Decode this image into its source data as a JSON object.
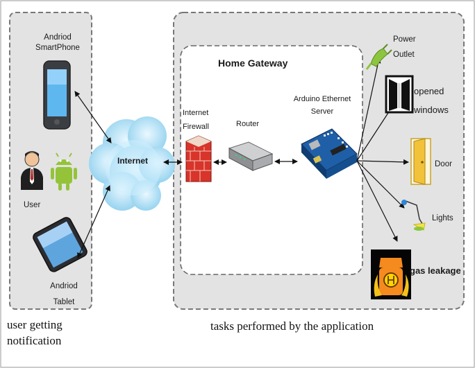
{
  "diagram": {
    "panels": {
      "user_side_caption_line1": "user getting",
      "user_side_caption_line2": "notification",
      "tasks_caption": "tasks performed by the application",
      "gateway_title": "Home Gateway"
    },
    "devices": {
      "smartphone_line1": "Andriod",
      "smartphone_line2": "SmartPhone",
      "user": "User",
      "tablet_line1": "Andriod",
      "tablet_line2": "Tablet",
      "internet": "Internet",
      "firewall_line1": "Internet",
      "firewall_line2": "Firewall",
      "router": "Router",
      "arduino_line1": "Arduino Ethernet",
      "arduino_line2": "Server"
    },
    "tasks": {
      "power_line1": "Power",
      "power_line2": "Outlet",
      "windows_line1": "opened",
      "windows_line2": "windows",
      "door": "Door",
      "lights": "Lights",
      "gas": "gas leakage"
    },
    "colors": {
      "panel_fill": "#e3e3e3",
      "gateway_fill": "#ffffff",
      "cloud": "#a8dcf3",
      "firewall_brick": "#d8342a",
      "board_blue": "#1f5fa8",
      "door_yellow": "#f2c23a",
      "gas_orange": "#f58a1f"
    }
  }
}
